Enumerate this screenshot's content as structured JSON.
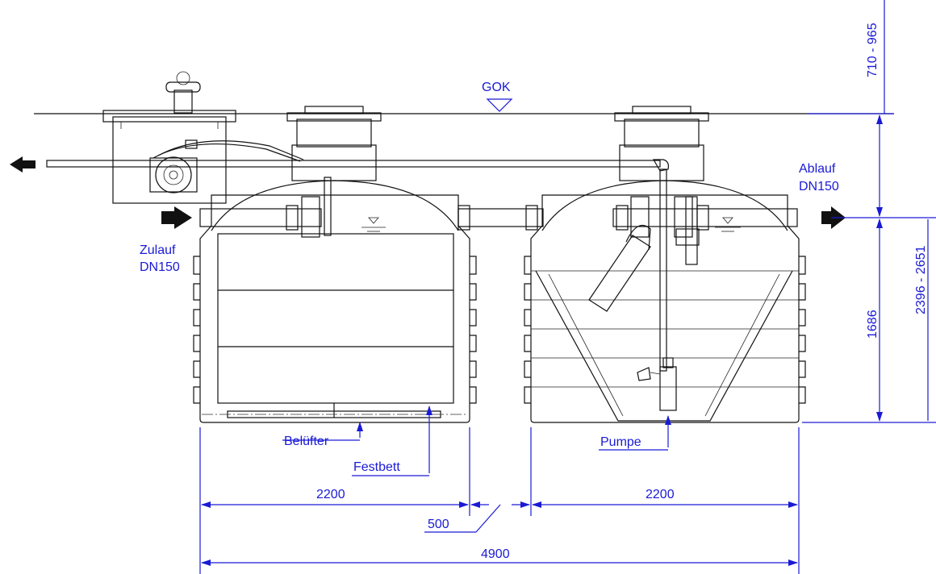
{
  "labels": {
    "gok": "GOK",
    "zulauf_line1": "Zulauf",
    "zulauf_line2": "DN150",
    "ablauf_line1": "Ablauf",
    "ablauf_line2": "DN150",
    "beluefter": "Belüfter",
    "festbett": "Festbett",
    "pumpe": "Pumpe"
  },
  "dimensions": {
    "tank1_width": "2200",
    "tank2_width": "2200",
    "gap": "500",
    "total_width": "4900",
    "cover_height": "710 - 965",
    "tank_height": "1686",
    "total_height": "2396 - 2651"
  },
  "colors": {
    "dimension_blue": "#1a1ad6",
    "ink": "#111111"
  }
}
